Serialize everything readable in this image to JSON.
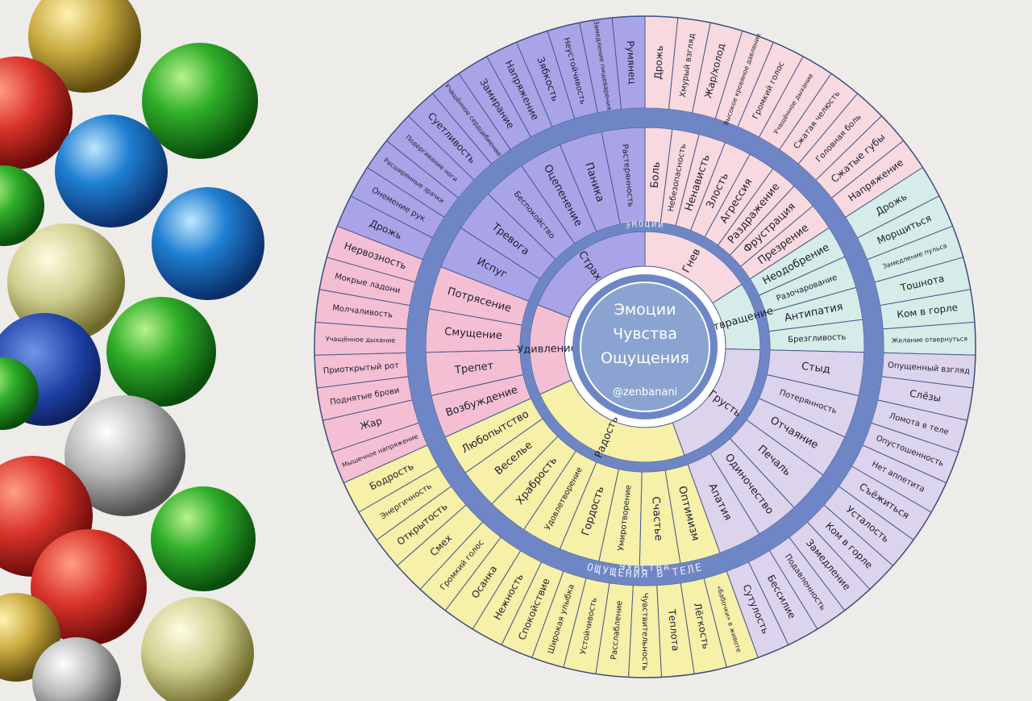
{
  "center": {
    "lines": [
      "Эмоции",
      "Чувства",
      "Ощущения"
    ],
    "handle": "@zenbanani"
  },
  "ring_labels": {
    "emotions": "ЭМОЦИИ",
    "feelings": "ЧУВСТВА",
    "sensations": "ОЩУЩЕНИЯ В ТЕЛЕ"
  },
  "colors": {
    "anger": "#f8d9df",
    "disgust": "#d5ece8",
    "sadness": "#dcd4ec",
    "joy": "#f6f0a8",
    "surprise": "#f4bfd3",
    "fear": "#a9a4e8",
    "band": "#6f86c6",
    "center": "#8aa3d0"
  },
  "emotions": [
    {
      "id": "anger",
      "label": "Гнев",
      "feelings": [
        "Боль",
        "Небезопасность",
        "Ненависть",
        "Злость",
        "Агрессия",
        "Раздражение",
        "Фрустрация",
        "Презрение"
      ],
      "sensations": [
        "Дрожь",
        "Хмурый взгляд",
        "Жар/холод",
        "Высокое кровяное давление",
        "Громкий голос",
        "Учащённое дыхание",
        "Сжатая челюсть",
        "Головная боль",
        "Сжатые губы",
        "Напряжение"
      ]
    },
    {
      "id": "disgust",
      "label": "Отвращение",
      "feelings": [
        "Неодобрение",
        "Разочарование",
        "Антипатия",
        "Брезгливость"
      ],
      "sensations": [
        "Дрожь",
        "Морщиться",
        "Замедление пульса",
        "Тошнота",
        "Ком в горле",
        "Желание отвернуться"
      ]
    },
    {
      "id": "sadness",
      "label": "Грусть",
      "feelings": [
        "Стыд",
        "Потерянность",
        "Отчаяние",
        "Печаль",
        "Одиночество",
        "Апатия"
      ],
      "sensations": [
        "Опущенный взгляд",
        "Слёзы",
        "Ломота в теле",
        "Опустошенность",
        "Нет аппетита",
        "Съёжиться",
        "Усталость",
        "Ком в горле",
        "Замедление",
        "Подавленность",
        "Бессилие",
        "Сутулость"
      ]
    },
    {
      "id": "joy",
      "label": "Радость",
      "feelings": [
        "Оптимизм",
        "Счастье",
        "Умиротворение",
        "Гордость",
        "Удовлетворение",
        "Храбрость",
        "Веселье",
        "Любопытство"
      ],
      "sensations": [
        "«Бабочки» в животе",
        "Лёгкость",
        "Теплота",
        "Чувствительность",
        "Расслабление",
        "Устойчивость",
        "Широкая улыбка",
        "Спокойствие",
        "Нежность",
        "Осанка",
        "Громкий голос",
        "Смех",
        "Открытость",
        "Энергичность",
        "Бодрость"
      ]
    },
    {
      "id": "surprise",
      "label": "Удивление",
      "feelings": [
        "Возбуждение",
        "Трепет",
        "Смущение",
        "Потрясение"
      ],
      "sensations": [
        "Мышечное напряжение",
        "Жар",
        "Поднятые брови",
        "Приоткрытый рот",
        "Учащённое дыхание",
        "Молчаливость",
        "Мокрые ладони",
        "Нервозность"
      ]
    },
    {
      "id": "fear",
      "label": "Страх",
      "feelings": [
        "Испуг",
        "Тревога",
        "Беспокойство",
        "Оцепенение",
        "Паника",
        "Растерянность"
      ],
      "sensations": [
        "Дрожь",
        "Онемение рук",
        "Расширенные зрачки",
        "Подергивание ноги",
        "Суетливость",
        "Учащённое сердцебиение",
        "Замирание",
        "Напряжение",
        "Зябкость",
        "Неустойчивость",
        "Замедление пищеварения",
        "Румянец"
      ]
    }
  ]
}
